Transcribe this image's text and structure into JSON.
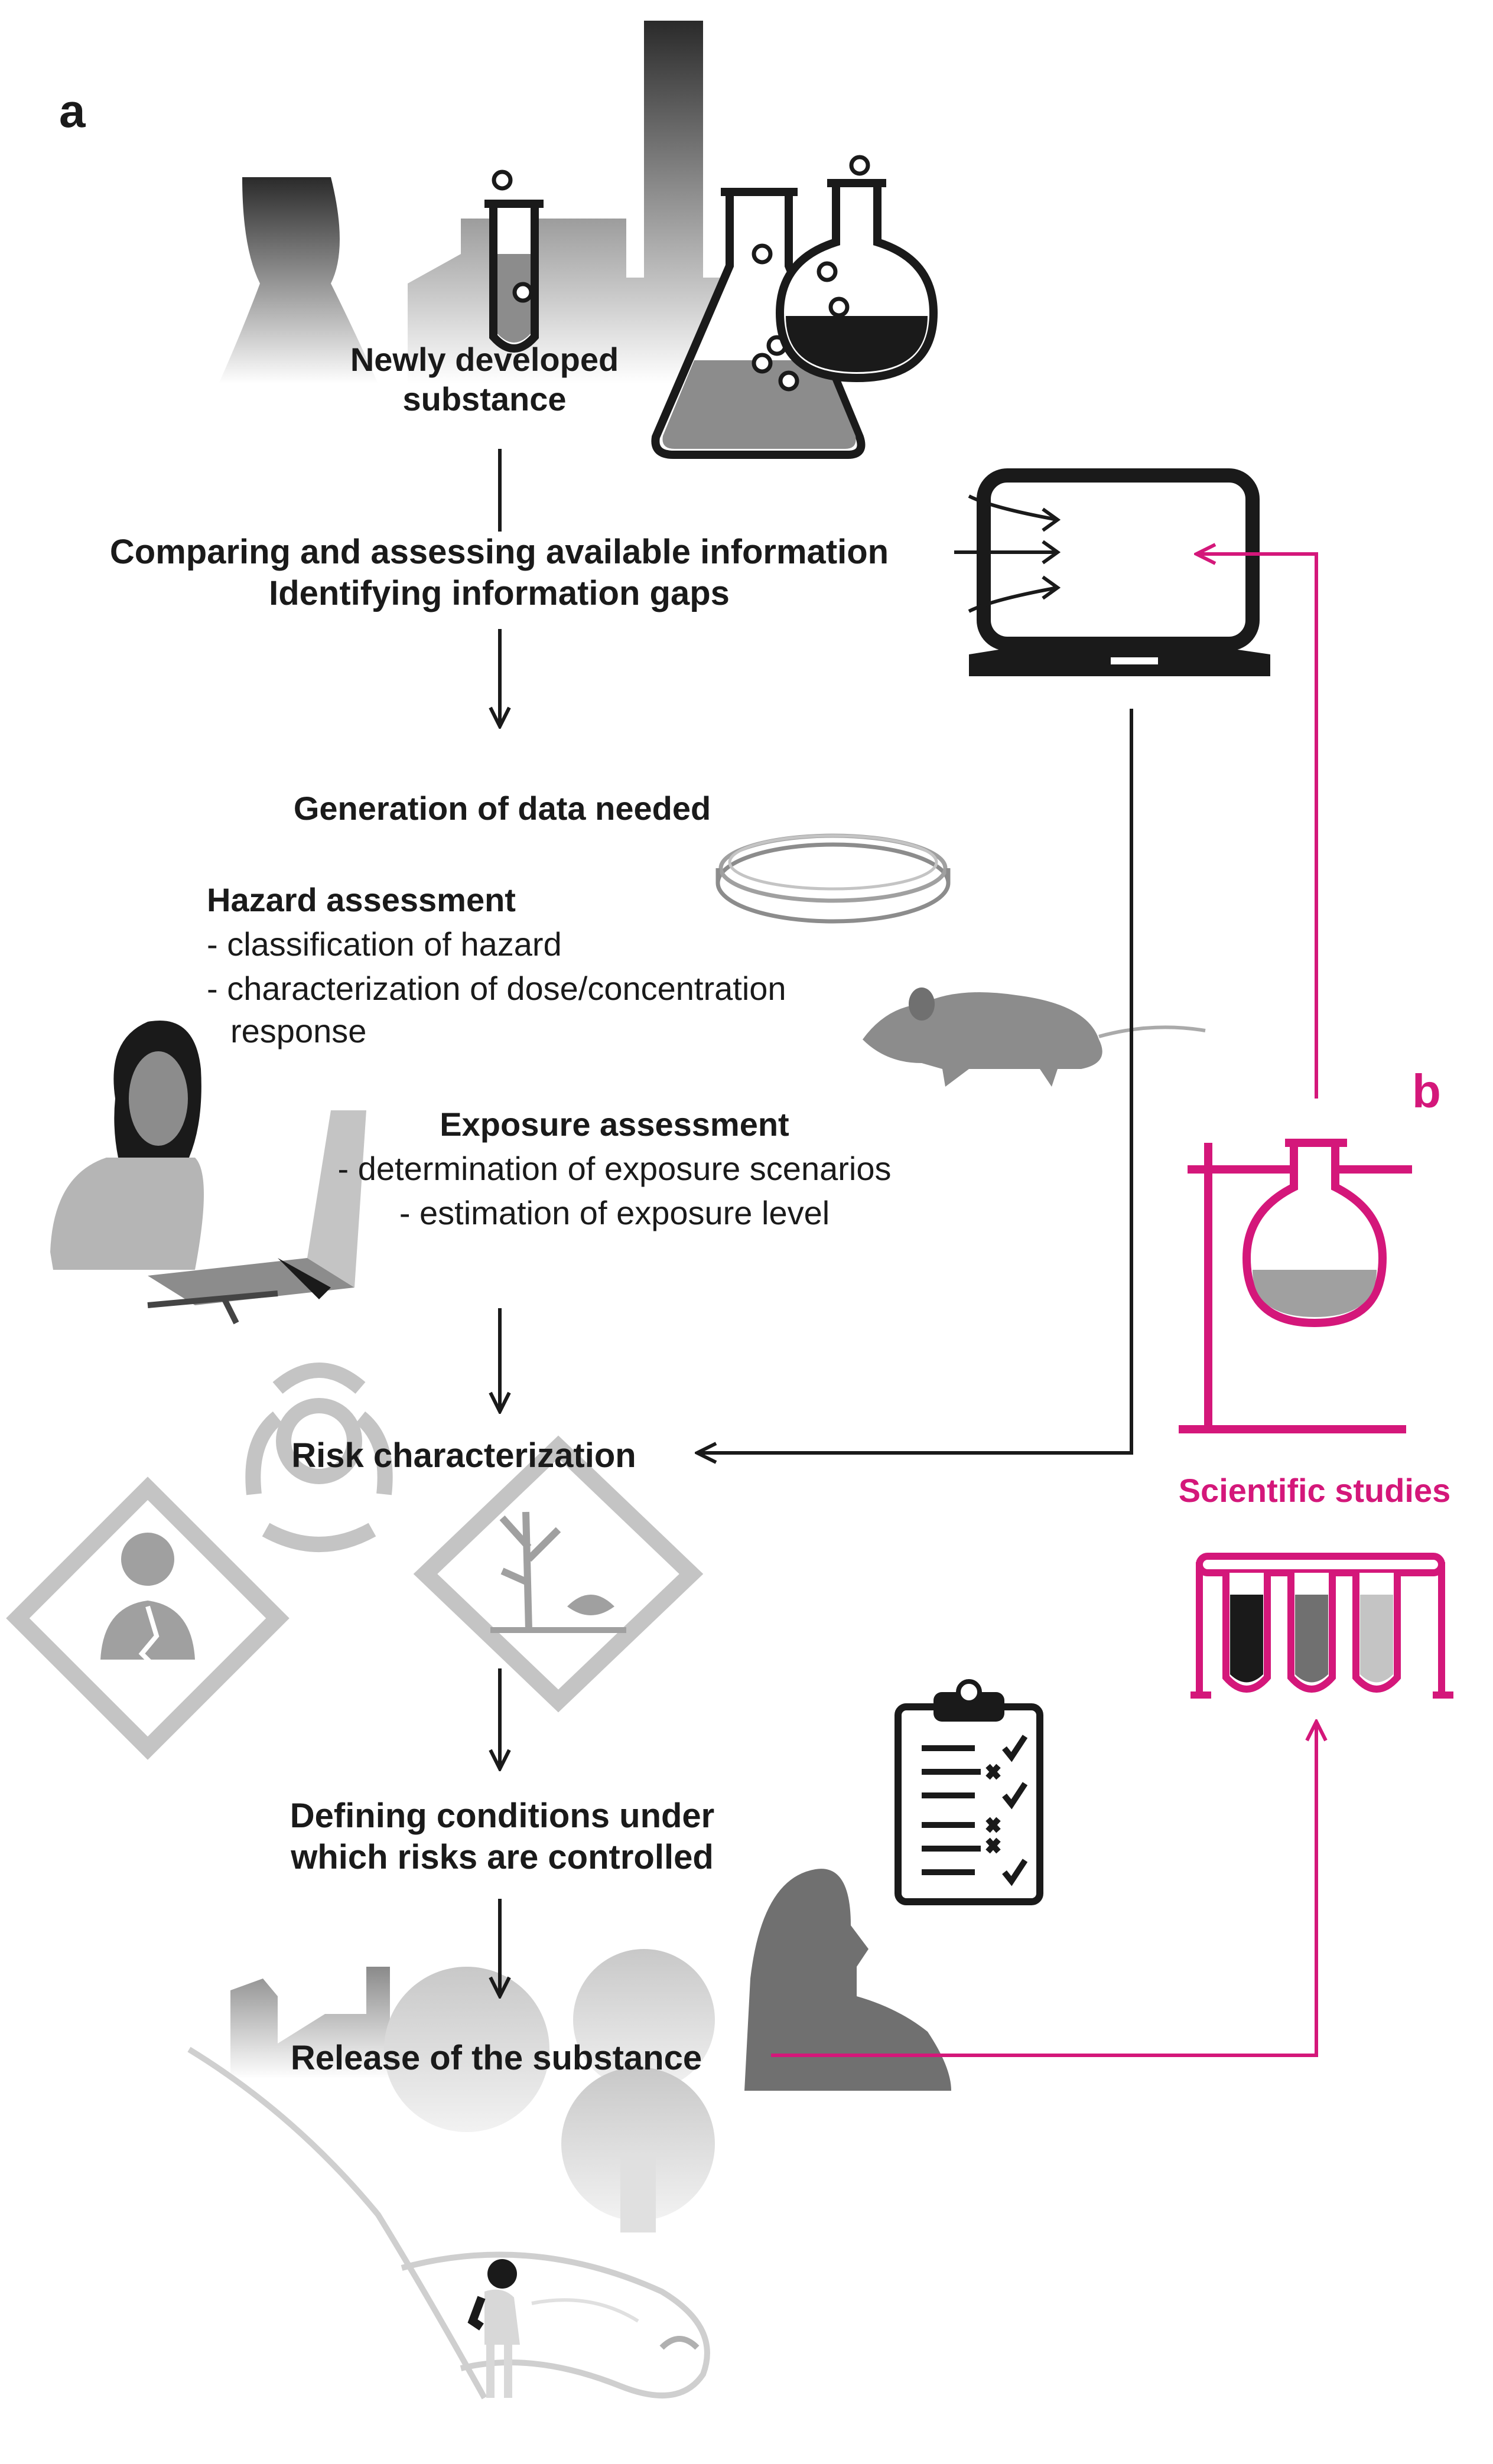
{
  "panel_labels": {
    "a": "a",
    "b": "b"
  },
  "steps": {
    "newly_developed_line1": "Newly developed",
    "newly_developed_line2": "substance",
    "comparing_line1": "Comparing and assessing available information",
    "comparing_line2": "Identifying information gaps",
    "generation": "Generation of data needed",
    "hazard_title": "Hazard assessment",
    "hazard_items": [
      "- classification of hazard",
      "- characterization of dose/concentration",
      "response"
    ],
    "exposure_title": "Exposure assessment",
    "exposure_items": [
      "- determination of exposure scenarios",
      "- estimation of exposure level"
    ],
    "risk": "Risk characterization",
    "defining_line1": "Defining conditions under",
    "defining_line2": "which risks are controlled",
    "release": "Release of the substance"
  },
  "scientific_studies": "Scientific studies",
  "icons": [
    "factory-icon",
    "test-tube-icon",
    "erlenmeyer-flask-icon",
    "round-flask-icon",
    "laptop-icon",
    "petri-dish-icon",
    "mouse-icon",
    "woman-with-laptop-icon",
    "biohazard-icon",
    "health-hazard-icon",
    "environment-hazard-icon",
    "person-icon",
    "checklist-icon",
    "landscape-icon",
    "flask-on-stand-icon",
    "test-tube-rack-icon"
  ],
  "colors": {
    "accent": "#d4177a",
    "text": "#1a1a1a",
    "icon_dark": "#1a1a1a",
    "icon_mid": "#8c8c8c",
    "icon_light": "#c4c4c4"
  }
}
